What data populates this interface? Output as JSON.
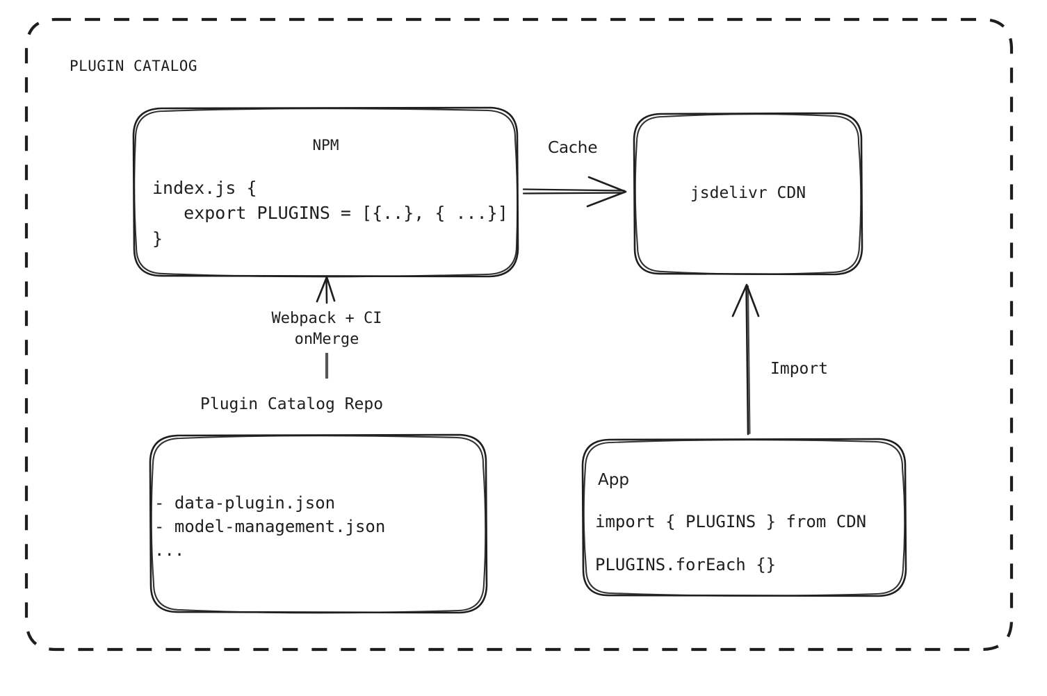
{
  "diagram": {
    "title": "PLUGIN CATALOG",
    "background_color": "#ffffff",
    "stroke_color": "#1e1e1e",
    "style": "hand-drawn-sketch",
    "container": {
      "label": "PLUGIN CATALOG",
      "border_style": "dashed",
      "border_color": "#1e1e1e"
    },
    "nodes": {
      "npm": {
        "title": "NPM",
        "code_lines": [
          "index.js {",
          "   export PLUGINS = [{..}, { ...}]",
          "}"
        ],
        "code_block": "index.js {\n   export PLUGINS = [{..}, { ...}]\n}"
      },
      "cdn": {
        "title": "jsdelivr CDN"
      },
      "repo": {
        "label": "Plugin Catalog Repo",
        "items": [
          "- data-plugin.json",
          "- model-management.json",
          "..."
        ],
        "items_block": "- data-plugin.json\n- model-management.json\n..."
      },
      "app": {
        "title": "App",
        "line1": "import { PLUGINS } from CDN",
        "line2": "PLUGINS.forEach {}"
      }
    },
    "edges": {
      "cache": {
        "label": "Cache",
        "from": "npm",
        "to": "cdn",
        "direction": "right"
      },
      "build": {
        "label": "Webpack + CI\nonMerge",
        "label_line1": "Webpack + CI",
        "label_line2": "onMerge",
        "from": "repo",
        "to": "npm",
        "direction": "up"
      },
      "import": {
        "label": "Import",
        "from": "app",
        "to": "cdn",
        "direction": "up"
      }
    }
  }
}
